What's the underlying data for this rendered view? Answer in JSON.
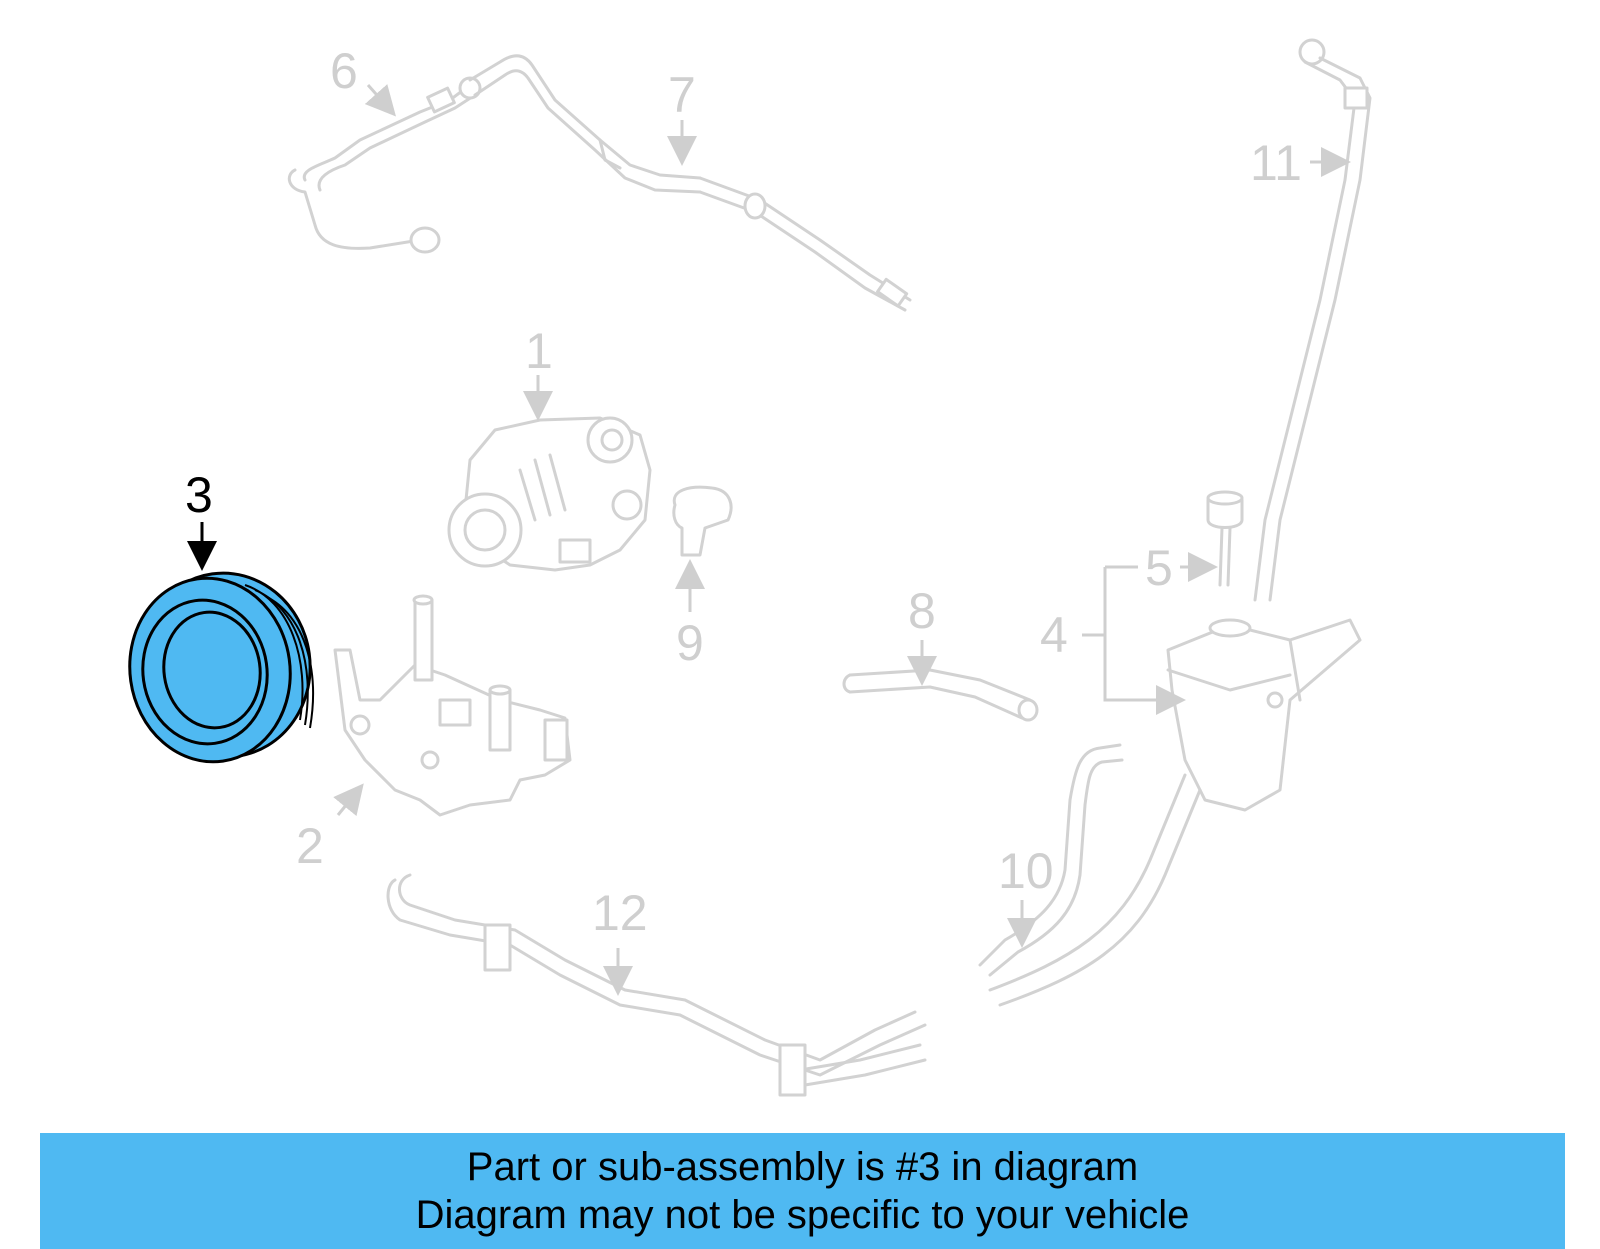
{
  "diagram": {
    "highlighted_part": "3",
    "highlight_color": "#4fb9f2",
    "callouts": {
      "c1": "1",
      "c2": "2",
      "c3": "3",
      "c4": "4",
      "c5": "5",
      "c6": "6",
      "c7": "7",
      "c8": "8",
      "c9": "9",
      "c10": "10",
      "c11": "11",
      "c12": "12"
    }
  },
  "banner": {
    "line1": "Part or sub-assembly is #3 in diagram",
    "line2": "Diagram may not be specific to your vehicle",
    "background": "#4fb9f2"
  }
}
